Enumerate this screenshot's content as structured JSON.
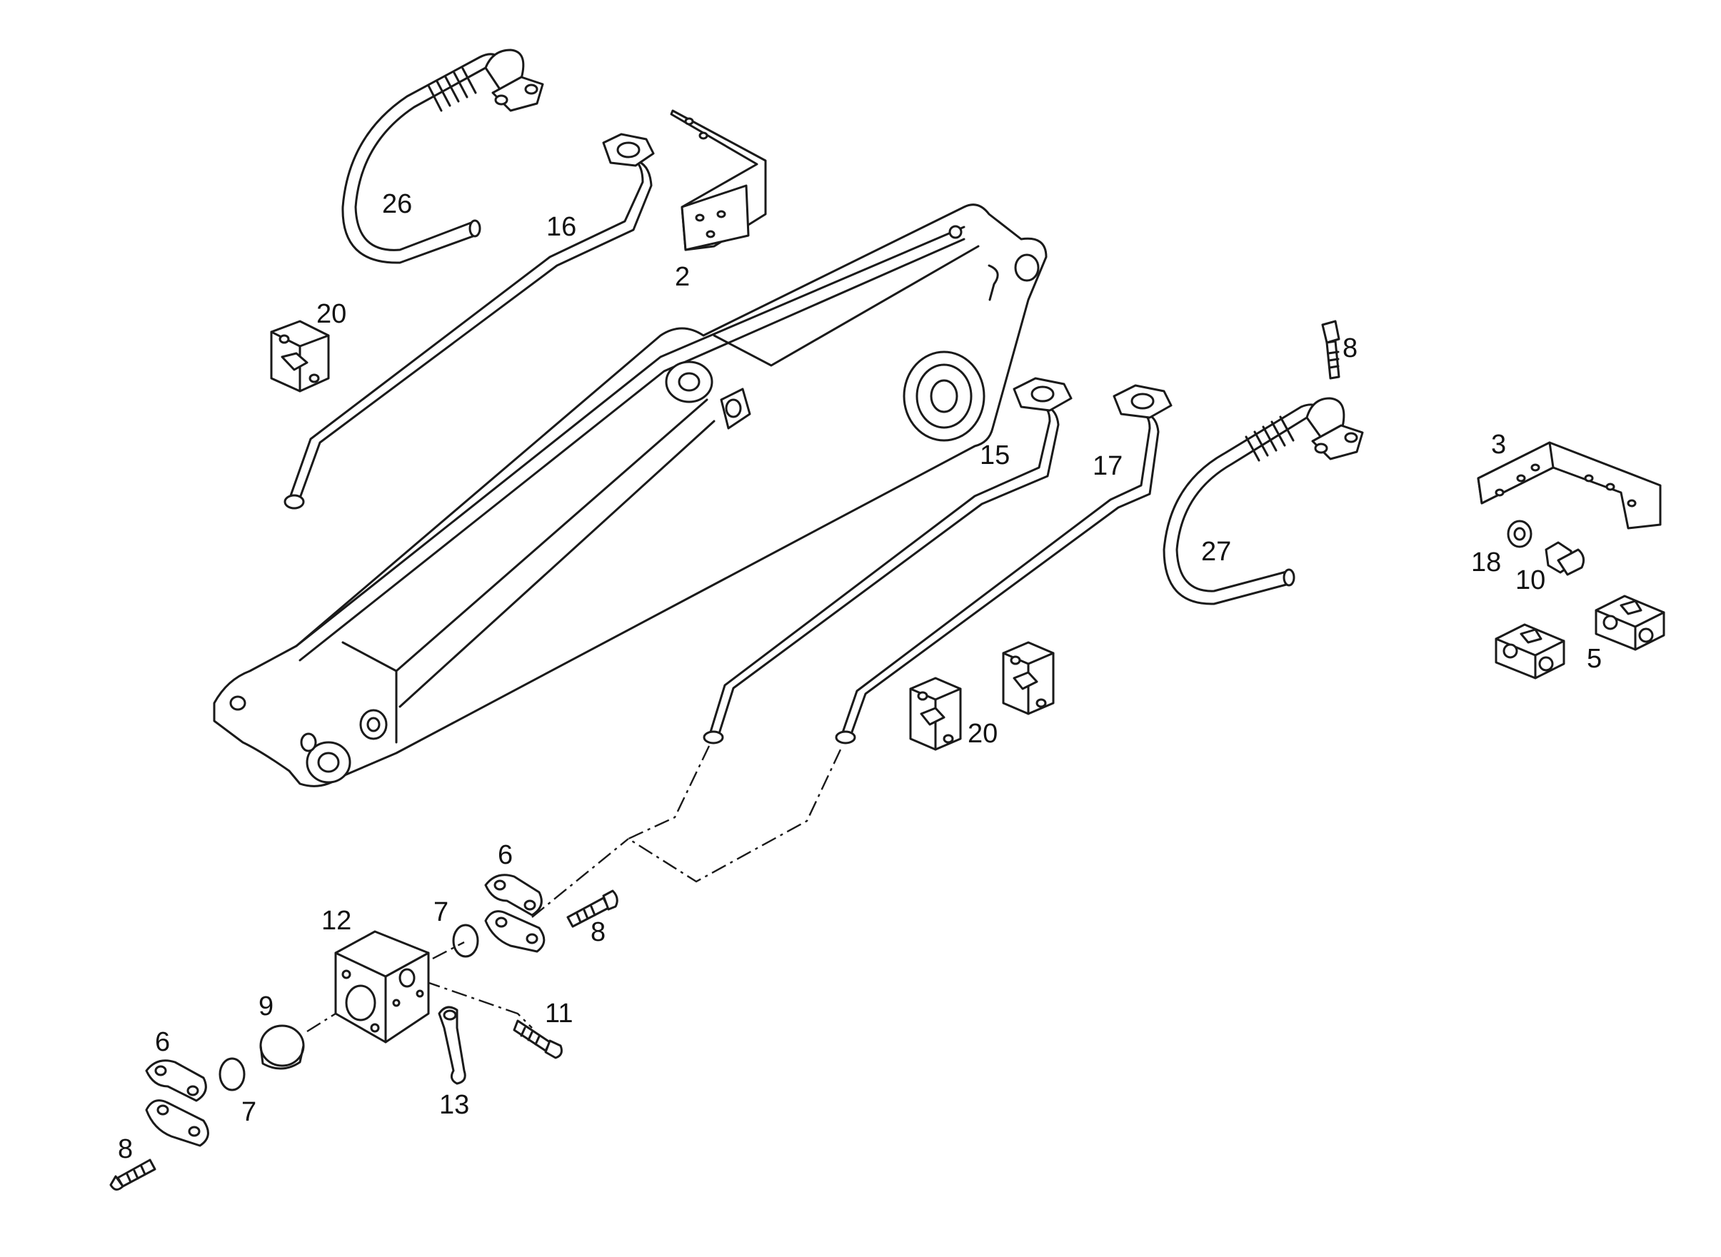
{
  "diagram": {
    "callouts": [
      {
        "id": "c26",
        "text": "26"
      },
      {
        "id": "c16",
        "text": "16"
      },
      {
        "id": "c2",
        "text": "2"
      },
      {
        "id": "c20a",
        "text": "20"
      },
      {
        "id": "c8a",
        "text": "8"
      },
      {
        "id": "c15",
        "text": "15"
      },
      {
        "id": "c17",
        "text": "17"
      },
      {
        "id": "c3",
        "text": "3"
      },
      {
        "id": "c27",
        "text": "27"
      },
      {
        "id": "c18",
        "text": "18"
      },
      {
        "id": "c10",
        "text": "10"
      },
      {
        "id": "c5",
        "text": "5"
      },
      {
        "id": "c20b",
        "text": "20"
      },
      {
        "id": "c6a",
        "text": "6"
      },
      {
        "id": "c7a",
        "text": "7"
      },
      {
        "id": "c8b",
        "text": "8"
      },
      {
        "id": "c12",
        "text": "12"
      },
      {
        "id": "c9",
        "text": "9"
      },
      {
        "id": "c11",
        "text": "11"
      },
      {
        "id": "c6b",
        "text": "6"
      },
      {
        "id": "c7b",
        "text": "7"
      },
      {
        "id": "c13",
        "text": "13"
      },
      {
        "id": "c8c",
        "text": "8"
      }
    ]
  }
}
